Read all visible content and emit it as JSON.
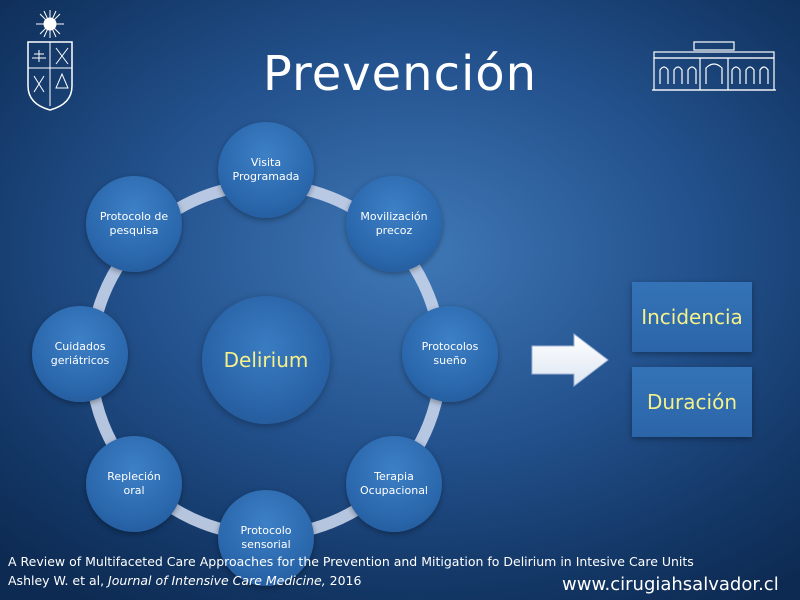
{
  "slide": {
    "title": "Prevención",
    "center_label": "Delirium",
    "cycle_items": [
      "Visita\nProgramada",
      "Movilización\nprecoz",
      "Protocolos\nsueño",
      "Terapia\nOcupacional",
      "Protocolo\nsensorial",
      "Repleción\noral",
      "Cuidados\ngeriátricos",
      "Protocolo de\npesquisa"
    ],
    "outcomes": [
      "Incidencia",
      "Duración"
    ],
    "reference_line1": "A Review of Multifaceted Care Approaches for the Prevention and Mitigation fo Delirium in Intesive Care Units",
    "reference_line2_author": "Ashley W. et al, ",
    "reference_line2_journal": "Journal of Intensive Care Medicine,",
    "reference_line2_year": " 2016",
    "website": "www.cirugiahsalvador.cl"
  },
  "colors": {
    "background": "#24538f",
    "node": "#2b68ad",
    "ring": "#c8d4ea",
    "highlight_text": "#f5f08a"
  },
  "icons": {
    "left_logo": "university-crest-icon",
    "right_logo": "building-facade-icon",
    "arrow": "right-arrow-icon"
  }
}
